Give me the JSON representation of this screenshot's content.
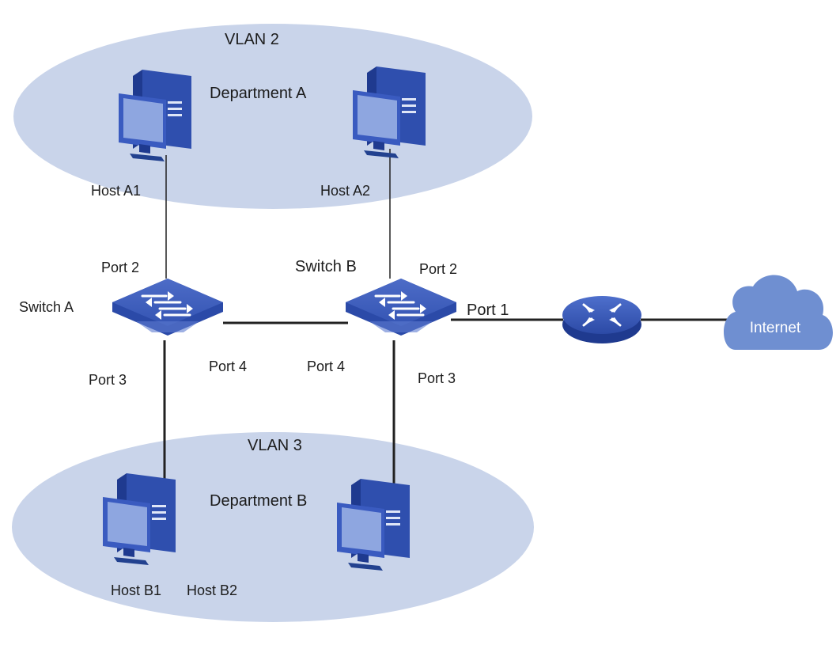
{
  "vlans": [
    {
      "label": "VLAN 2",
      "department": "Department A"
    },
    {
      "label": "VLAN 3",
      "department": "Department B"
    }
  ],
  "hosts": {
    "a1": "Host A1",
    "a2": "Host A2",
    "b1": "Host B1",
    "b2": "Host B2"
  },
  "switches": {
    "a": {
      "label": "Switch A",
      "ports": {
        "p2": "Port 2",
        "p3": "Port 3",
        "p4": "Port 4"
      }
    },
    "b": {
      "label": "Switch B",
      "ports": {
        "p1": "Port 1",
        "p2": "Port 2",
        "p3": "Port 3",
        "p4": "Port 4"
      }
    }
  },
  "cloud": {
    "label": "Internet"
  },
  "icons": [
    "desktop-computer-icon",
    "switch-icon",
    "router-icon",
    "cloud-icon"
  ],
  "colors": {
    "vlan_fill": "#c9d4ea",
    "device_blue": "#2f4fae",
    "device_dark": "#1f3a8f",
    "monitor_screen": "#8ea6e0",
    "cloud": "#6f8fd1",
    "link": "#222222"
  }
}
